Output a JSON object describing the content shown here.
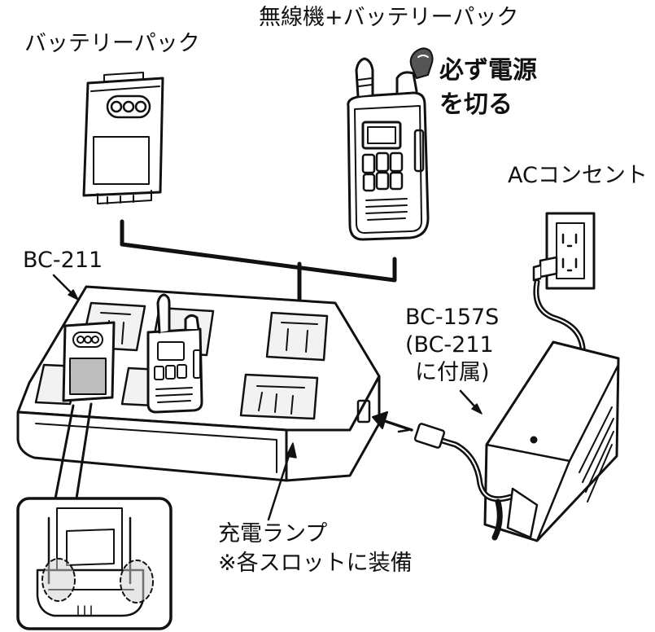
{
  "labels": {
    "battery_pack": "バッテリーパック",
    "radio_battery": "無線機+バッテリーパック",
    "warning_line1": "必ず電源",
    "warning_line2": "を切る",
    "ac_outlet": "ACコンセント",
    "charger_model": "BC-211",
    "adapter_line1": "BC-157S",
    "adapter_line2": "(BC-211",
    "adapter_line3": "に付属)",
    "lamp_line1": "充電ランプ",
    "lamp_line2": "※各スロットに装備"
  },
  "colors": {
    "ink": "#111111",
    "display_gray": "#bdbdbd",
    "device_fill": "#ffffff",
    "slot_fill": "#f2f2f2"
  },
  "icons": {
    "hand": "hand-pointing-icon",
    "arrow": "arrow-icon"
  }
}
